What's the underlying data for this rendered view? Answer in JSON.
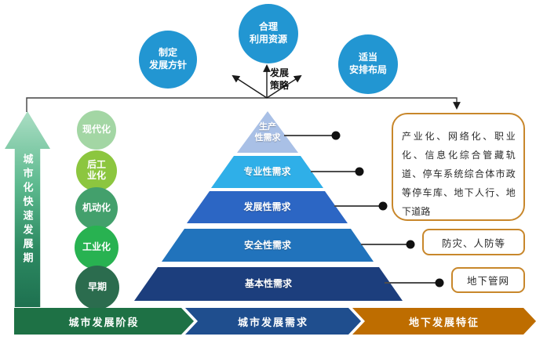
{
  "top_circles": [
    {
      "lines": [
        "制定",
        "发展方针"
      ]
    },
    {
      "lines": [
        "合理",
        "利用资源"
      ]
    },
    {
      "lines": [
        "适当",
        "安排布局"
      ]
    }
  ],
  "strategy_label": {
    "lines": [
      "发展",
      "策略"
    ]
  },
  "left_axis": {
    "label": "城市化快速发展期"
  },
  "stage_circles": [
    {
      "lines": [
        "现代化",
        ""
      ],
      "color": "#A3D6A4"
    },
    {
      "lines": [
        "后工",
        "业化"
      ],
      "color": "#8CC63F"
    },
    {
      "lines": [
        "机动化",
        ""
      ],
      "color": "#43A06C"
    },
    {
      "lines": [
        "工业化",
        ""
      ],
      "color": "#28B251"
    },
    {
      "lines": [
        "早期",
        ""
      ],
      "color": "#2B6C4E"
    }
  ],
  "pyramid": {
    "levels": [
      {
        "lines": [
          "生产",
          "性需求"
        ],
        "color": "#A9C0E6"
      },
      {
        "lines": [
          "专业性需求",
          ""
        ],
        "color": "#2FAFE8"
      },
      {
        "lines": [
          "发展性需求",
          ""
        ],
        "color": "#2C66C4"
      },
      {
        "lines": [
          "安全性需求",
          ""
        ],
        "color": "#2173BC"
      },
      {
        "lines": [
          "基本性需求",
          ""
        ],
        "color": "#1C3E7D"
      }
    ]
  },
  "feature_boxes": [
    {
      "text": "产业化、网络化、职业化、信息化综合管藏轨道、停车系统综合体市政等停车库、地下人行、地下道路"
    },
    {
      "text": "防灾、人防等"
    },
    {
      "text": "地下管网"
    }
  ],
  "bottom_banner": [
    {
      "label": "城市发展阶段",
      "color": "#1E7145"
    },
    {
      "label": "城市发展需求",
      "color": "#1F4E8E"
    },
    {
      "label": "地下发展特征",
      "color": "#BE6D00"
    }
  ],
  "colors": {
    "strategy_circle": "#2296D2",
    "box_border": "#C8872B",
    "box_text": "#2B2B2B",
    "connector": "#404040"
  }
}
